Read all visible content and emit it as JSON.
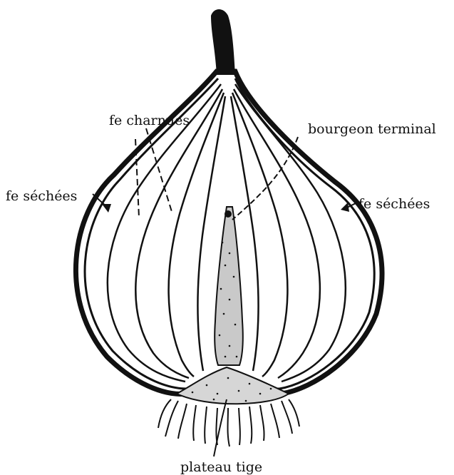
{
  "labels": {
    "bourgeon_terminal": "bourgeon terminal",
    "fe_charnues": "fe charnues",
    "fe_sechees_left": "fe séchées",
    "fe_sechees_right": "fe séchées",
    "plateau_tige": "plateau tige"
  },
  "colors": {
    "ink": "#111111",
    "background": "#ffffff"
  }
}
